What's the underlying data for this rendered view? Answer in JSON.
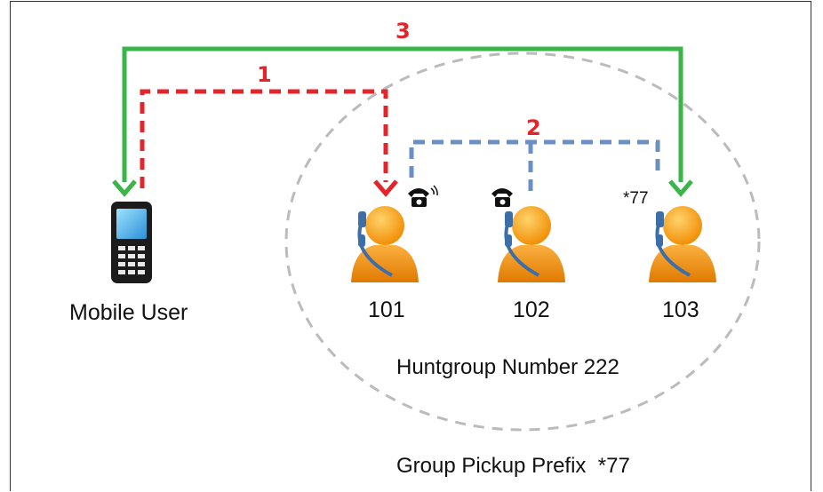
{
  "diagram": {
    "steps": [
      "1",
      "2",
      "3"
    ],
    "mobile_user_label": "Mobile User",
    "extensions": [
      {
        "number": "101",
        "prefix": ""
      },
      {
        "number": "102",
        "prefix": ""
      },
      {
        "number": "103",
        "prefix": "*77"
      }
    ],
    "huntgroup_label": "Huntgroup Number 222",
    "pickup_label": "Group Pickup Prefix  *77",
    "colors": {
      "step1": "#e3242b",
      "step2": "#6b8fc4",
      "step3": "#39b54a",
      "group_circle": "#bbbbbb",
      "user_body": "#f7941d"
    },
    "icons": [
      "mobile-phone-icon",
      "telephone-icon",
      "user-headset-icon"
    ]
  }
}
